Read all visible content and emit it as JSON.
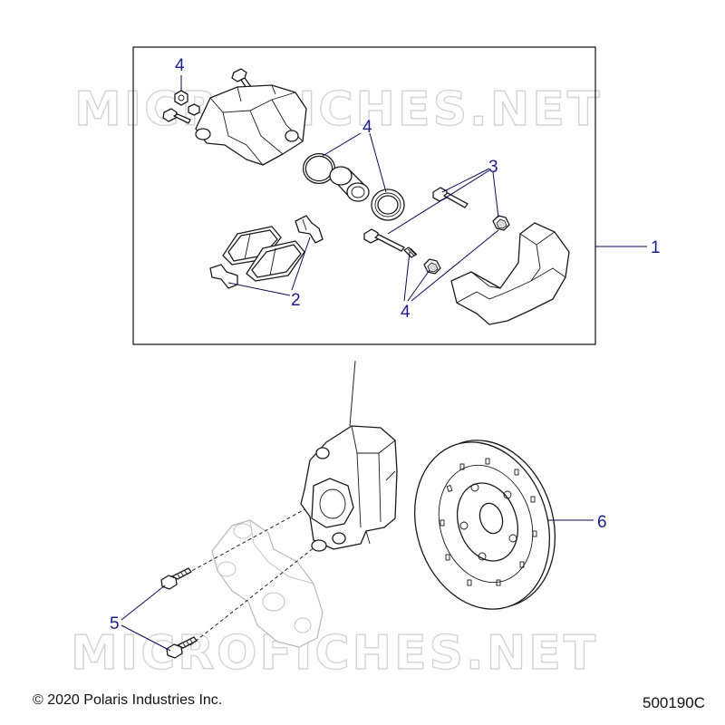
{
  "watermark_text": "MICROFICHES.NET",
  "callouts": {
    "c1": "1",
    "c2": "2",
    "c3": "3",
    "c4a": "4",
    "c4b": "4",
    "c4c": "4",
    "c5": "5",
    "c6": "6"
  },
  "footer": {
    "copyright": "© 2020 Polaris Industries Inc.",
    "code": "500190C"
  },
  "colors": {
    "callout": "#1c1c8c",
    "leader": "#0a0a55",
    "watermark": "#d4d4d4"
  }
}
